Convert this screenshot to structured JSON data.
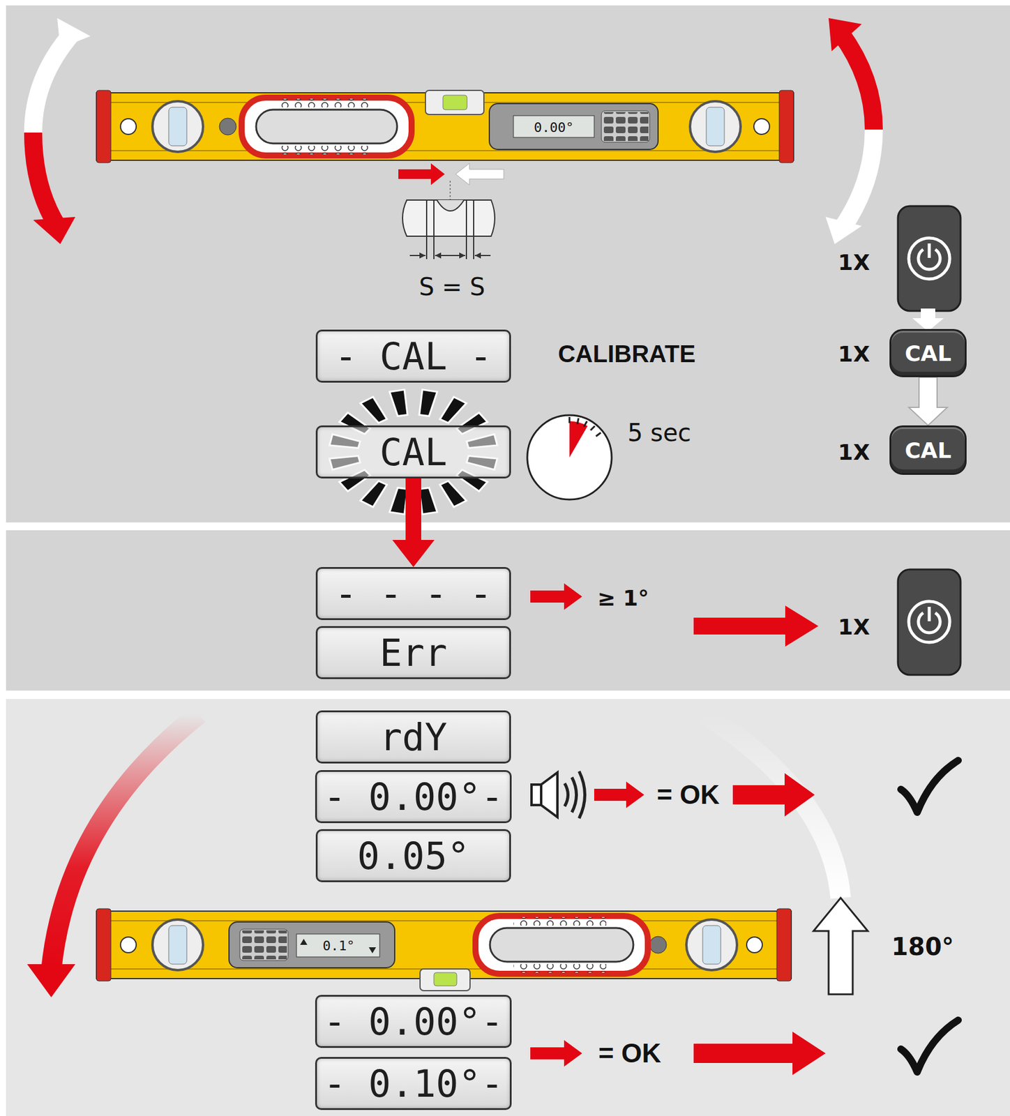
{
  "diagram": {
    "nodes": [
      {
        "text": [
          "- CAL -"
        ]
      },
      {
        "text": [
          "CAL"
        ]
      },
      {
        "text": [
          "CAL"
        ]
      },
      {
        "text": [
          "CAL"
        ]
      },
      {
        "text": [
          "- - - -"
        ]
      },
      {
        "text": [
          "Err"
        ]
      },
      {
        "text": [
          "rdY"
        ]
      },
      {
        "text": [
          "- 0.00°-"
        ]
      },
      {
        "text": [
          "0.05°"
        ]
      },
      {
        "text": [
          "- 0.00°-"
        ]
      },
      {
        "text": [
          "- 0.10°-"
        ]
      }
    ],
    "edges": [
      {
        "from": 1,
        "to": 3,
        "arrow": "to"
      },
      {
        "from": 2,
        "to": 4,
        "arrow": "to"
      }
    ],
    "labels": [
      "0.00°",
      "1X",
      "S = S",
      "1X",
      "CALIBRATE",
      "1X",
      "5 sec",
      "≥ 1°",
      "1X",
      "= OK",
      "0.1°",
      "180°",
      "= OK"
    ]
  }
}
